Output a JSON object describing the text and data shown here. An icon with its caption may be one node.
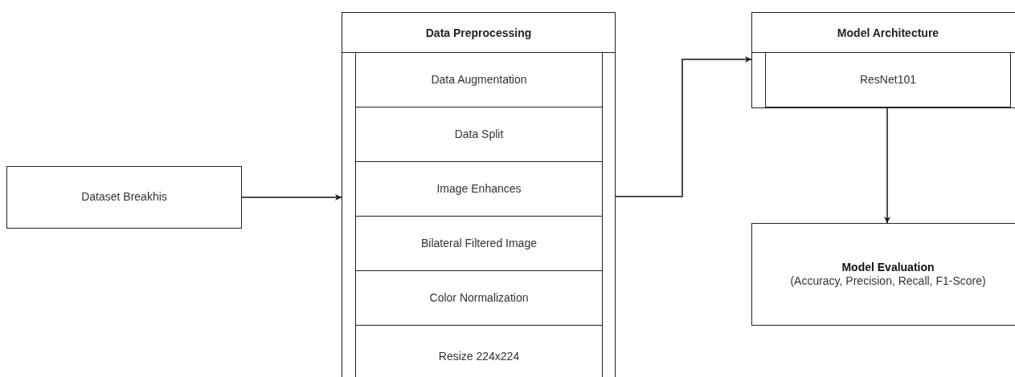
{
  "diagram": {
    "nodes": [
      {
        "text": [
          "Dataset Breakhis"
        ]
      },
      {
        "text": [
          "Data Preprocessing"
        ]
      },
      {
        "text": [
          "Data Augmentation"
        ],
        "in": 1
      },
      {
        "text": [
          "Data Split"
        ],
        "in": 1
      },
      {
        "text": [
          "Image Enhances"
        ],
        "in": 1
      },
      {
        "text": [
          "Bilateral Filtered Image"
        ],
        "in": 1
      },
      {
        "text": [
          "Color Normalization"
        ],
        "in": 1
      },
      {
        "text": [
          "Resize 224x224"
        ],
        "in": 1
      },
      {
        "text": [
          "Model Architecture"
        ]
      },
      {
        "text": [
          "ResNet101"
        ],
        "in": 8
      },
      {
        "text": [
          "Model Evaluation",
          "(Accuracy, Precision, Recall, F1-Score)"
        ]
      }
    ],
    "edges": [
      {
        "from": 0,
        "to": 1,
        "arrow": "to"
      },
      {
        "from": 1,
        "to": 8,
        "arrow": "to"
      },
      {
        "from": 9,
        "to": 10,
        "arrow": "to"
      }
    ]
  }
}
